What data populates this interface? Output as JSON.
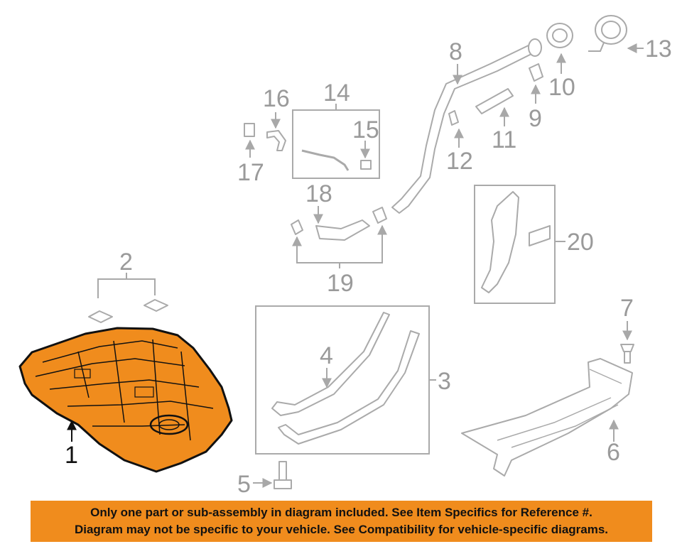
{
  "diagram": {
    "part_labels": {
      "p1": "1",
      "p2": "2",
      "p3": "3",
      "p4": "4",
      "p5": "5",
      "p6": "6",
      "p7": "7",
      "p8": "8",
      "p9": "9",
      "p10": "10",
      "p11": "11",
      "p12": "12",
      "p13": "13",
      "p14": "14",
      "p15": "15",
      "p16": "16",
      "p17": "17",
      "p18": "18",
      "p19": "19",
      "p20": "20"
    },
    "highlight_color": "#f08c1d",
    "line_color": "#aaaaaa"
  },
  "notice": {
    "line1": "Only one part or sub-assembly in diagram included. See Item Specifics for Reference #.",
    "line2": "Diagram may not be specific to your vehicle. See Compatibility for vehicle-specific diagrams.",
    "background": "#f08c1d"
  }
}
